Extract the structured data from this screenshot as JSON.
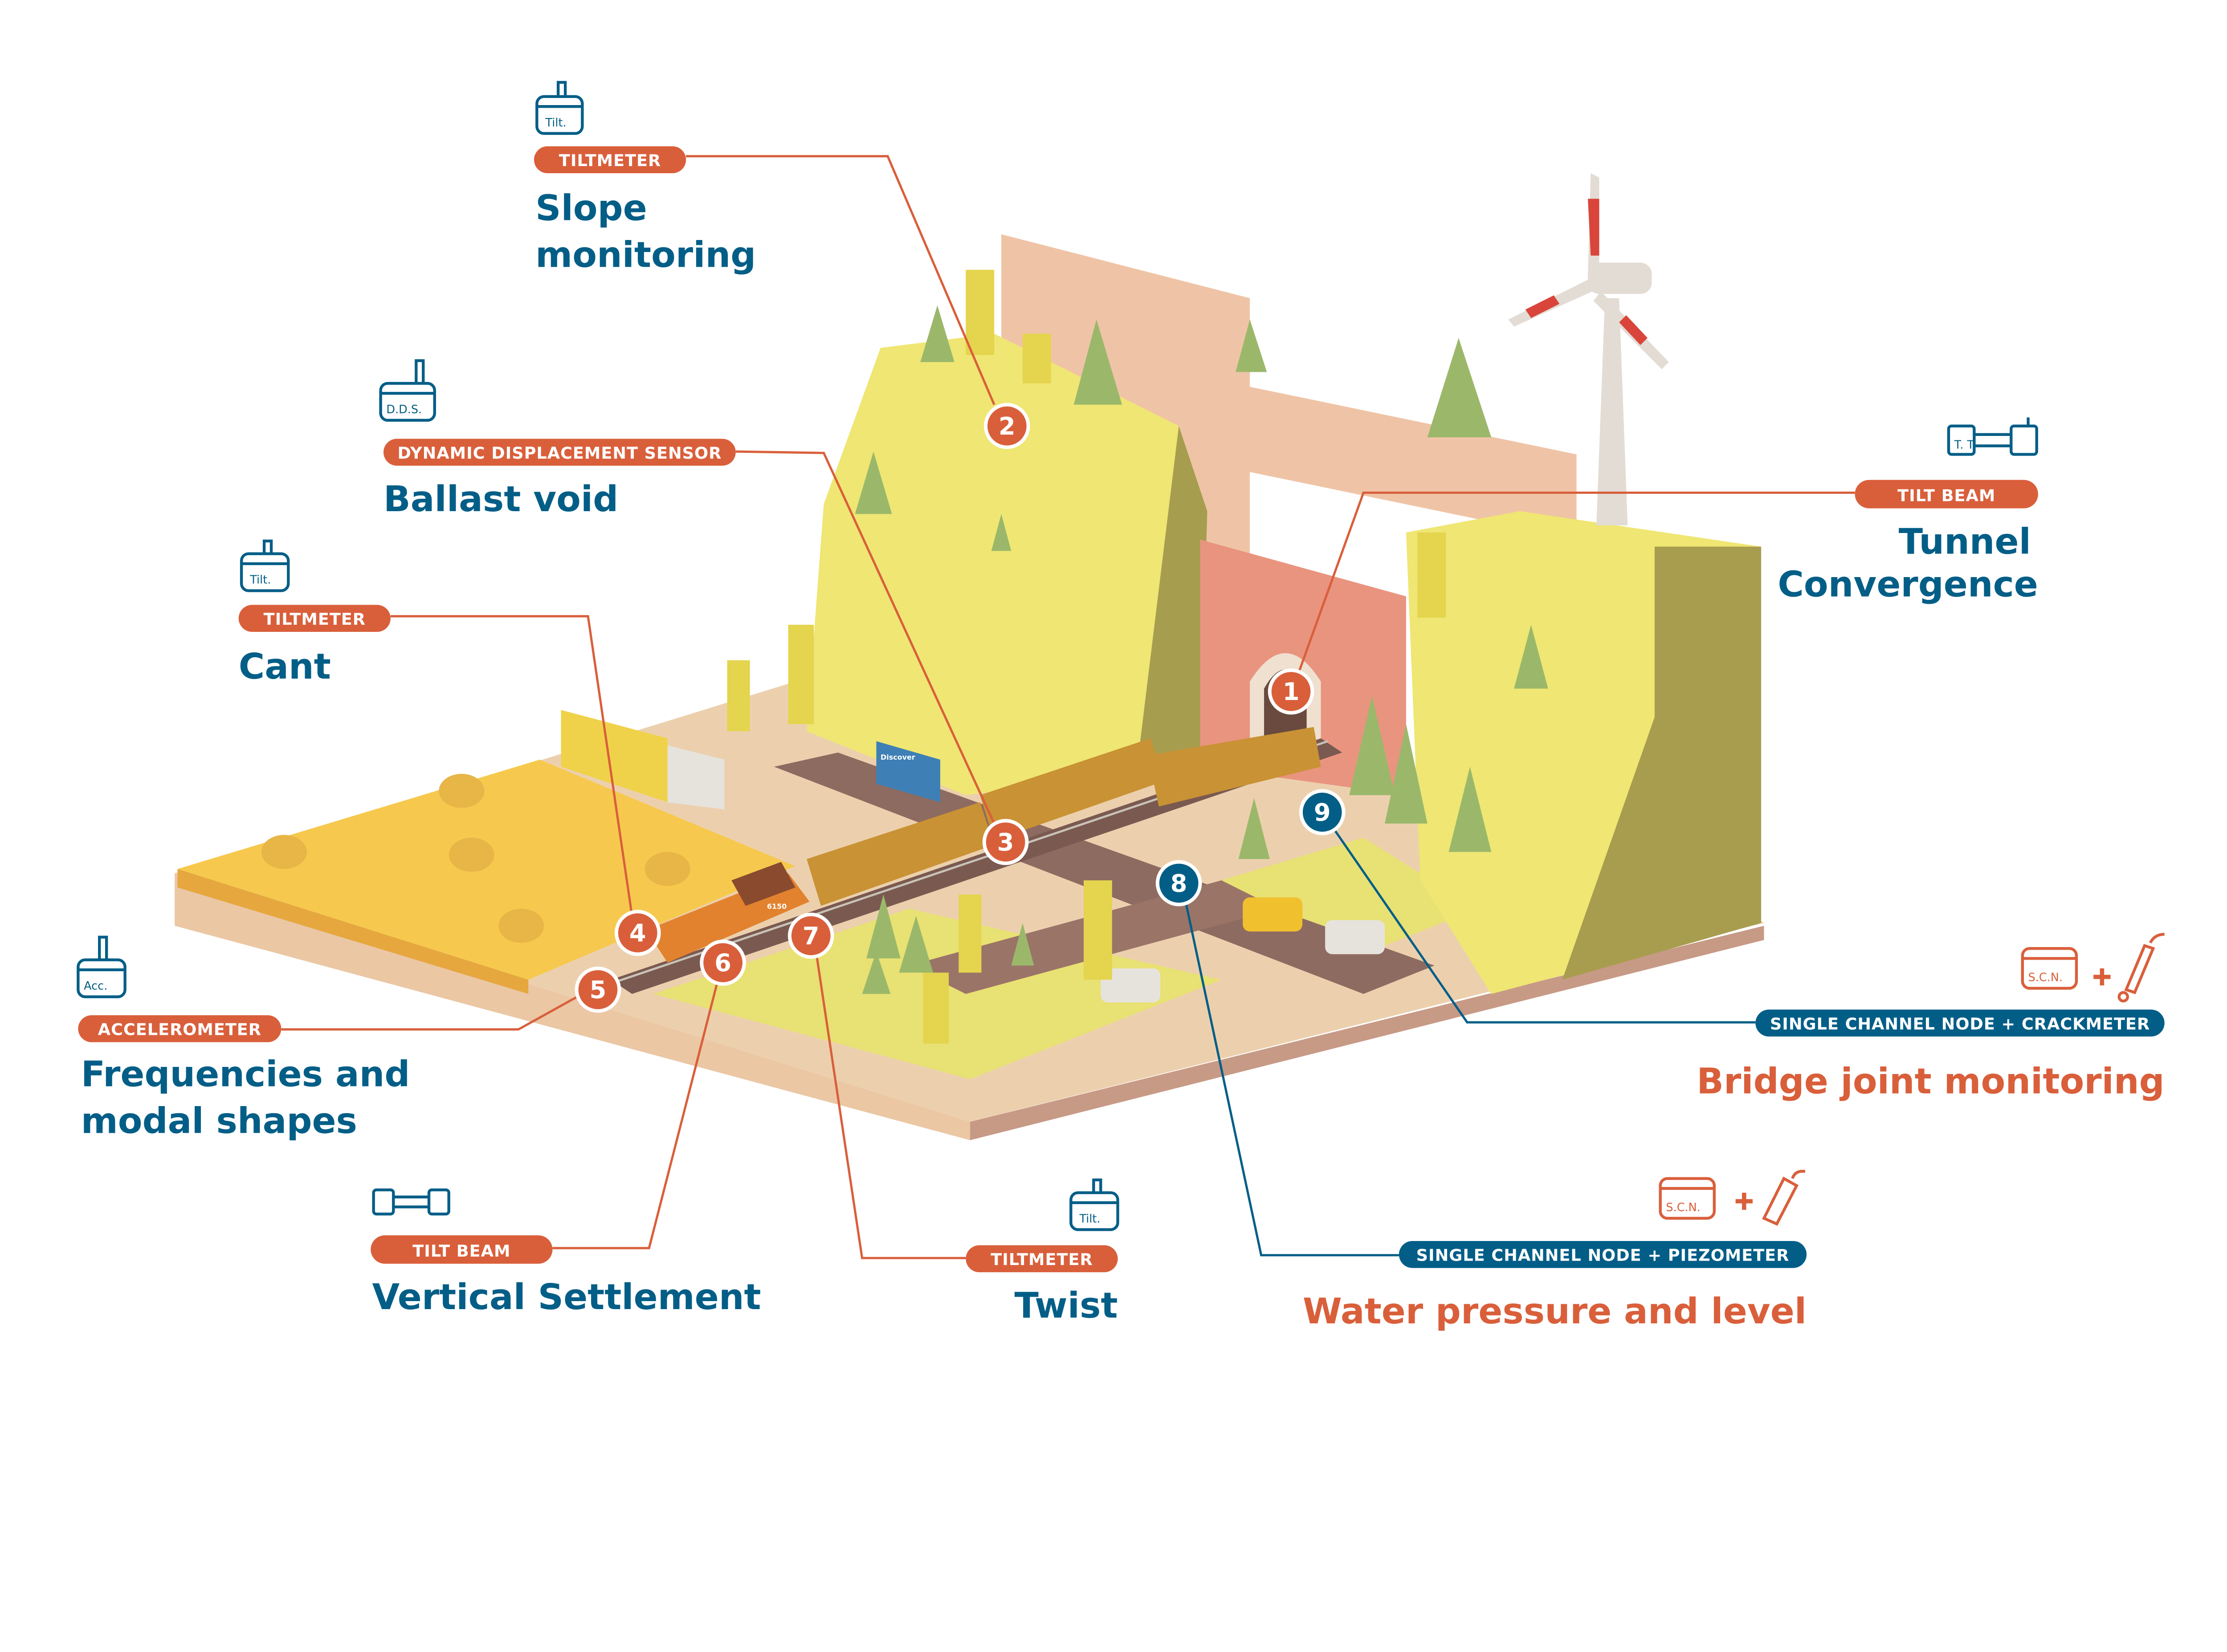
{
  "colors": {
    "orange": "#D95F3B",
    "blue": "#035E87",
    "background": "#FFFFFF"
  },
  "callouts": [
    {
      "number": "2",
      "sensor": "TILTMETER",
      "title": [
        "Slope",
        "monitoring"
      ],
      "icon": "tiltmeter-icon",
      "icon_label": "Tilt.",
      "accent": "orange",
      "title_color": "blue"
    },
    {
      "number": "3",
      "sensor": "DYNAMIC DISPLACEMENT SENSOR",
      "title": [
        "Ballast void"
      ],
      "icon": "dynamic-displacement-sensor-icon",
      "icon_label": "D.D.S.",
      "accent": "orange",
      "title_color": "blue"
    },
    {
      "number": "1",
      "sensor": "TILT BEAM",
      "title": [
        "Tunnel",
        "Convergence"
      ],
      "icon": "tilt-beam-icon",
      "icon_label": "T. T.",
      "accent": "orange",
      "title_color": "blue"
    },
    {
      "number": "4",
      "sensor": "TILTMETER",
      "title": [
        "Cant"
      ],
      "icon": "tiltmeter-icon",
      "icon_label": "Tilt.",
      "accent": "orange",
      "title_color": "blue"
    },
    {
      "number": "5",
      "sensor": "ACCELEROMETER",
      "title": [
        "Frequencies and",
        "modal shapes"
      ],
      "icon": "accelerometer-icon",
      "icon_label": "Acc.",
      "accent": "orange",
      "title_color": "blue"
    },
    {
      "number": "6",
      "sensor": "TILT BEAM",
      "title": [
        "Vertical Settlement"
      ],
      "icon": "tilt-beam-icon",
      "icon_label": "",
      "accent": "orange",
      "title_color": "blue"
    },
    {
      "number": "7",
      "sensor": "TILTMETER",
      "title": [
        "Twist"
      ],
      "icon": "tiltmeter-icon",
      "icon_label": "Tilt.",
      "accent": "orange",
      "title_color": "blue"
    },
    {
      "number": "8",
      "sensor": "SINGLE CHANNEL NODE + PIEZOMETER",
      "title": [
        "Water pressure and level"
      ],
      "icon": "single-channel-node-piezometer-icon",
      "icon_label": "S.C.N.",
      "accent": "blue",
      "title_color": "orange"
    },
    {
      "number": "9",
      "sensor": "SINGLE CHANNEL NODE + CRACKMETER",
      "title": [
        "Bridge joint monitoring"
      ],
      "icon": "single-channel-node-crackmeter-icon",
      "icon_label": "S.C.N.",
      "accent": "blue",
      "title_color": "orange"
    }
  ],
  "scene": {
    "billboard_text": "Discover",
    "locomotive_number": "6150"
  }
}
